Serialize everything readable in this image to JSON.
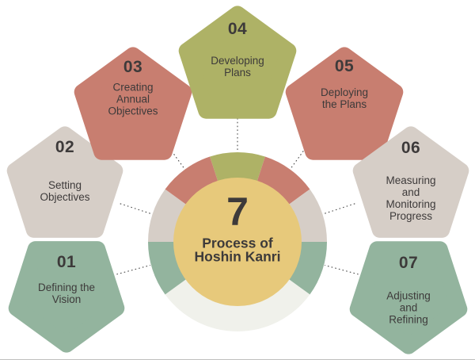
{
  "diagram_title": {
    "count": "7",
    "label": "Process of\nHoshin Kanri"
  },
  "center": {
    "circle_color": "#e7c97b",
    "connector_color": "#4a4a4a"
  },
  "ring": {
    "segments": [
      {
        "position": "top",
        "color": "#aeb266"
      },
      {
        "position": "upper-right",
        "color": "#c87e70"
      },
      {
        "position": "right",
        "color": "#d6cec7"
      },
      {
        "position": "lower-right",
        "color": "#93b49e"
      },
      {
        "position": "bottom",
        "color": "#f0f1eb"
      },
      {
        "position": "lower-left",
        "color": "#93b49e"
      },
      {
        "position": "left",
        "color": "#d6cec7"
      },
      {
        "position": "upper-left",
        "color": "#c87e70"
      }
    ]
  },
  "steps": [
    {
      "num": "01",
      "label": "Defining the\nVision",
      "color": "#93b49e"
    },
    {
      "num": "02",
      "label": "Setting\nObjectives",
      "color": "#d6cec7"
    },
    {
      "num": "03",
      "label": "Creating\nAnnual\nObjectives",
      "color": "#c87e70"
    },
    {
      "num": "04",
      "label": "Developing\nPlans",
      "color": "#aeb266"
    },
    {
      "num": "05",
      "label": "Deploying\nthe Plans",
      "color": "#c87e70"
    },
    {
      "num": "06",
      "label": "Measuring\nand\nMonitoring\nProgress",
      "color": "#d6cec7"
    },
    {
      "num": "07",
      "label": "Adjusting\nand\nRefining",
      "color": "#93b49e"
    }
  ]
}
